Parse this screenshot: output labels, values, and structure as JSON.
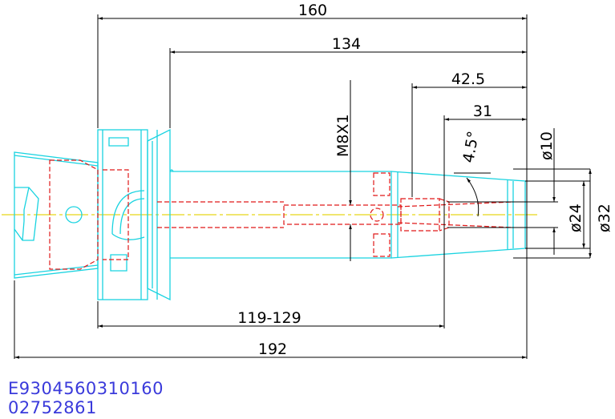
{
  "drawing": {
    "dimensions": {
      "overall_160": "160",
      "length_134": "134",
      "length_42_5": "42.5",
      "length_31": "31",
      "thread": "M8X1",
      "angle": "4.5°",
      "dia_10": "ø10",
      "dia_24": "ø24",
      "dia_32": "ø32",
      "range_119_129": "119-129",
      "overall_192": "192"
    },
    "colors": {
      "outline": "#19d3e0",
      "hidden": "#e01919",
      "centerline": "#e6d619",
      "dimension": "#000000",
      "id_text": "#3a3adb"
    }
  },
  "identifiers": {
    "part_number": "E9304560310160",
    "code": "02752861"
  }
}
